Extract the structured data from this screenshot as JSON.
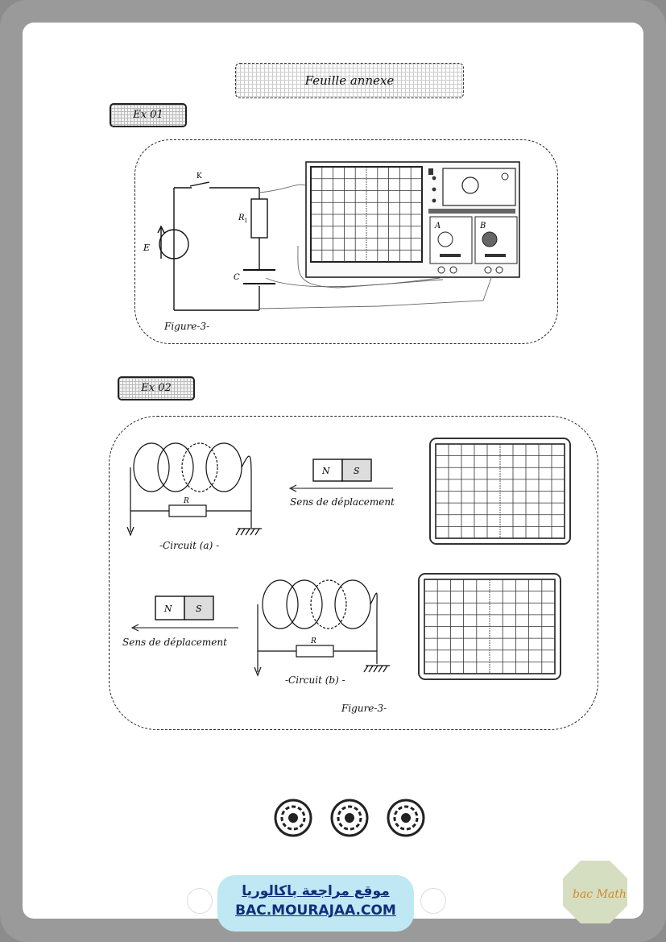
{
  "header": {
    "title": "Feuille annexe"
  },
  "ex1": {
    "label": "Ex 01",
    "caption": "Figure-3-",
    "labels": {
      "switch": "K",
      "source": "E",
      "resistor": "R",
      "resistor_sub": "1",
      "capacitor": "C",
      "channel_a": "A",
      "channel_b": "B"
    }
  },
  "ex2": {
    "label": "Ex 02",
    "caption": "Figure-3-",
    "magnet_n": "N",
    "magnet_s": "S",
    "direction": "Sens de déplacement",
    "resistor": "R",
    "circuit_a": "-Circuit (a) -",
    "circuit_b": "-Circuit (b) -"
  },
  "footer": {
    "site_ar": "موقع مراجعة  باكالوريا",
    "site_url": "BAC.MOURAJAA.COM",
    "corner_logo": "bac Math"
  },
  "icons": [
    "seal-icon",
    "seal-icon",
    "seal-icon"
  ]
}
